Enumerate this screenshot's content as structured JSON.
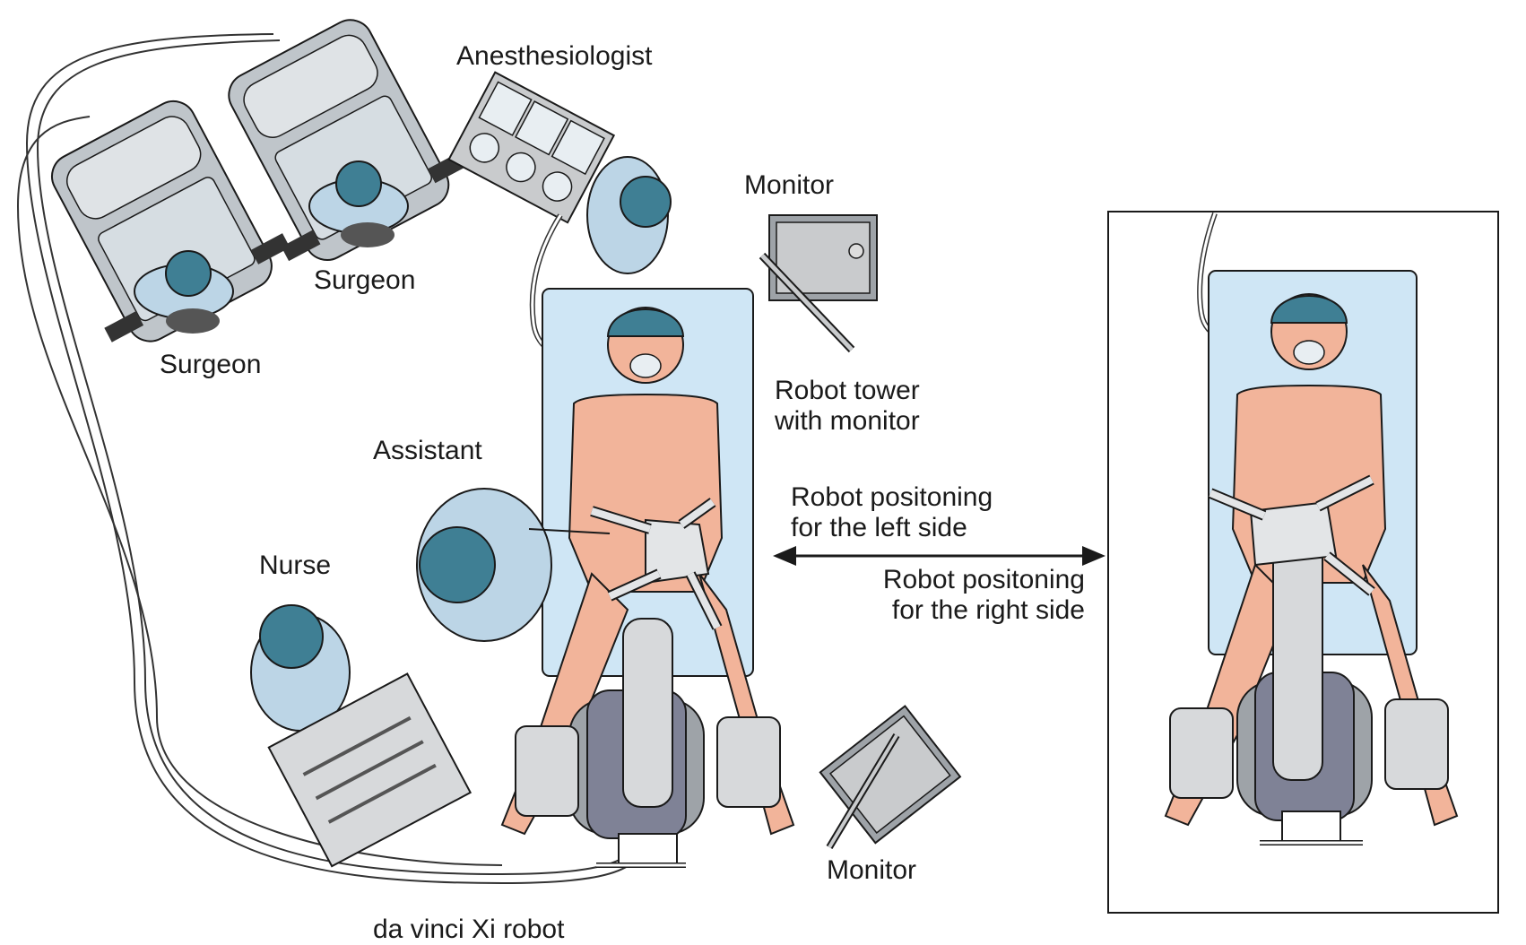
{
  "labels": {
    "anesthesiologist": "Anesthesiologist",
    "monitor_top": "Monitor",
    "surgeon_right": "Surgeon",
    "surgeon_left": "Surgeon",
    "robot_tower_line1": "Robot tower",
    "robot_tower_line2": "with monitor",
    "assistant": "Assistant",
    "left_side_line1": "Robot positoning",
    "left_side_line2": "for the left side",
    "right_side_line1": "Robot positoning",
    "right_side_line2": "for the right side",
    "nurse": "Nurse",
    "monitor_bottom": "Monitor",
    "robot": "da vinci Xi robot"
  },
  "colors": {
    "skin": "#f2b49a",
    "gown": "#bcd5e6",
    "cap": "#3f7f94",
    "table": "#cfe6f5",
    "console": "#bfc5ca",
    "robot_gray": "#c9cbcd",
    "robot_dark": "#7f8296",
    "outline": "#1a1a1a"
  }
}
